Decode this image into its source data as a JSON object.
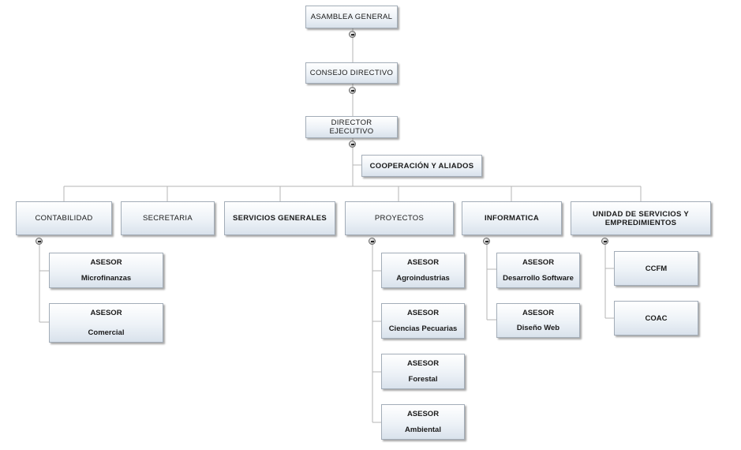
{
  "nodes": {
    "asamblea": "ASAMBLEA GENERAL",
    "consejo": "CONSEJO DIRECTIVO",
    "director": "DIRECTOR EJECUTIVO",
    "cooperacion": "COOPERACIÓN Y ALIADOS",
    "contabilidad": "CONTABILIDAD",
    "secretaria": "SECRETARIA",
    "servicios": "SERVICIOS GENERALES",
    "proyectos": "PROYECTOS",
    "informatica": "INFORMATICA",
    "unidad": "UNIDAD DE SERVICIOS Y EMPREDIMIENTOS"
  },
  "advisors": {
    "contabilidad": [
      {
        "title": "ASESOR",
        "area": "Microfinanzas"
      },
      {
        "title": "ASESOR",
        "area": "Comercial"
      }
    ],
    "proyectos": [
      {
        "title": "ASESOR",
        "area": "Agroindustrias"
      },
      {
        "title": "ASESOR",
        "area": "Ciencias Pecuarias"
      },
      {
        "title": "ASESOR",
        "area": "Forestal"
      },
      {
        "title": "ASESOR",
        "area": "Ambiental"
      }
    ],
    "informatica": [
      {
        "title": "ASESOR",
        "area": "Desarrollo Software"
      },
      {
        "title": "ASESOR",
        "area": "Diseño Web"
      }
    ],
    "unidad": [
      {
        "title": "CCFM"
      },
      {
        "title": "COAC"
      }
    ]
  },
  "colors": {
    "line": "#b5b5b5",
    "box_border": "#a3adb8"
  }
}
